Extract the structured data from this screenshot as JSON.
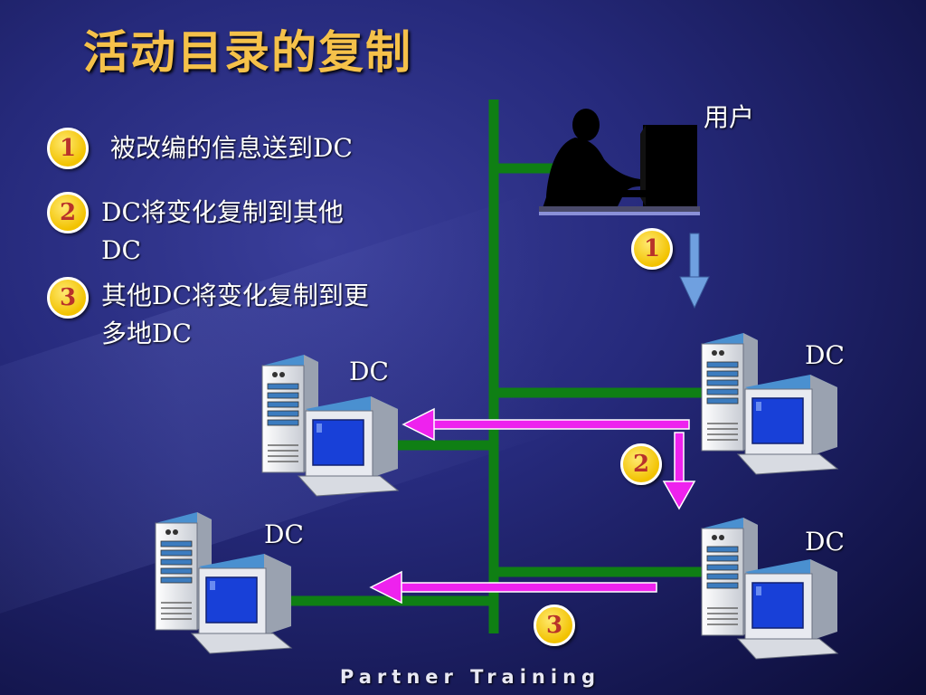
{
  "slide": {
    "title": "活动目录的复制",
    "footer": "Partner Training"
  },
  "steps": [
    {
      "num": "1",
      "line1": "被改编的信息送到DC",
      "line2": ""
    },
    {
      "num": "2",
      "line1": "DC将变化复制到其他",
      "line2": "DC"
    },
    {
      "num": "3",
      "line1": "其他DC将变化复制到更",
      "line2": "多地DC"
    }
  ],
  "diagram": {
    "user_label": "用户",
    "dc_label": "DC",
    "step_markers": [
      "1",
      "2",
      "3"
    ],
    "colors": {
      "network": "#0f7f14",
      "replication_arrow": "#ee22ee",
      "user_arrow": "#6fa0e0",
      "badge": "#f2c200",
      "title": "#f5c14a"
    }
  }
}
